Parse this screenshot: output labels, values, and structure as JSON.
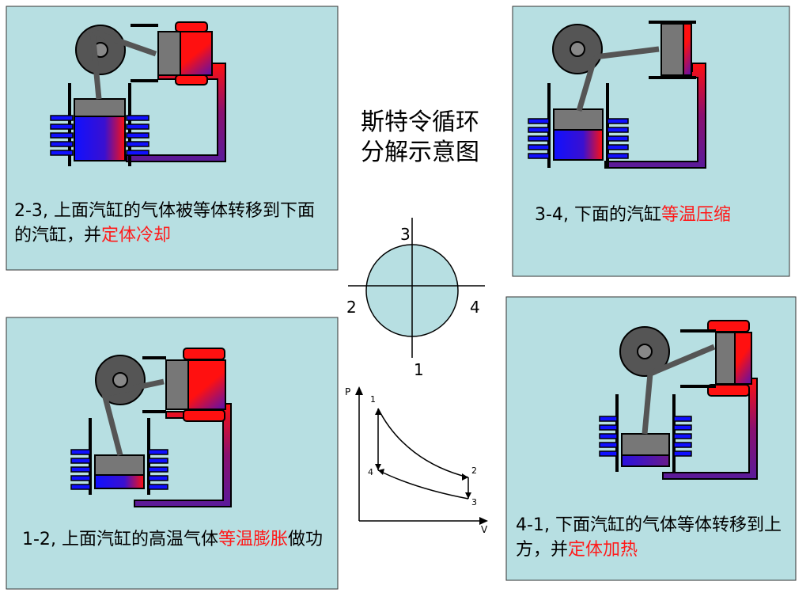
{
  "title": "斯特令循环分解示意图",
  "panels": {
    "p23": {
      "step": "2-3",
      "sep": ", ",
      "text": "上面汽缸的气体被等体转移到下面的汽缸，并",
      "highlight": "定体冷却"
    },
    "p34": {
      "step": "3-4",
      "sep": ", ",
      "text": "下面的汽缸",
      "highlight": "等温压缩"
    },
    "p12": {
      "step": "1-2",
      "sep": ", ",
      "text": "上面汽缸的高温气体",
      "highlight": "等温膨胀",
      "tail": "做功"
    },
    "p41": {
      "step": "4-1",
      "sep": ", ",
      "text": "下面汽缸的气体等体转移到上方，并",
      "highlight": "定体加热"
    }
  },
  "cycle_circle": {
    "top": "3",
    "left": "2",
    "right": "4",
    "bottom": "1"
  },
  "pv": {
    "y_axis": "P",
    "x_axis": "V",
    "points": [
      "1",
      "2",
      "3",
      "4"
    ]
  },
  "colors": {
    "panel_bg": "#b7dfe2",
    "hot": "#ff1010",
    "cold": "#1010ff",
    "highlight": "#ff1a1a",
    "pipe": "#6a1a8a"
  }
}
